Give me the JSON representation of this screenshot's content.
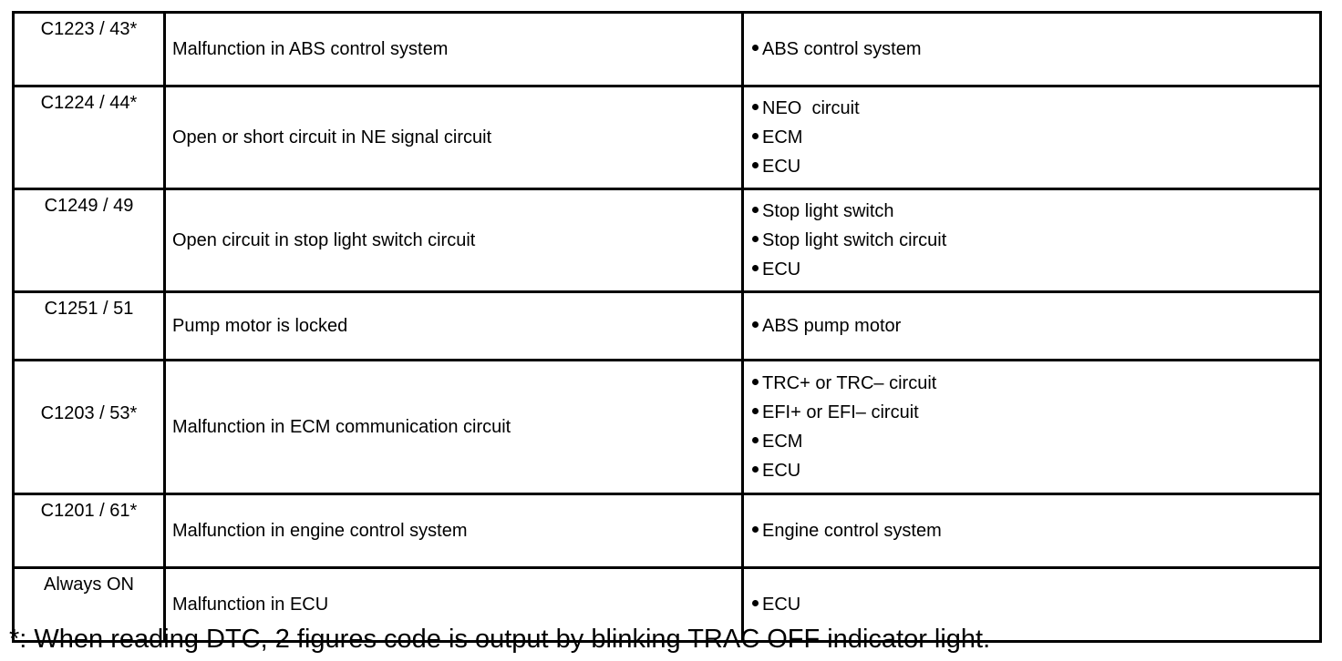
{
  "rows": [
    {
      "code": "C1223 / 43*",
      "description": "Malfunction in ABS control system",
      "areas": [
        "ABS control system"
      ]
    },
    {
      "code": "C1224 / 44*",
      "description": "Open or short circuit in NE signal circuit",
      "areas": [
        "NEO  circuit",
        "ECM",
        "ECU"
      ]
    },
    {
      "code": "C1249 / 49",
      "description": "Open circuit in stop light switch circuit",
      "areas": [
        "Stop light switch",
        "Stop light switch circuit",
        "ECU"
      ]
    },
    {
      "code": "C1251 / 51",
      "description": "Pump motor is locked",
      "areas": [
        "ABS pump motor"
      ]
    },
    {
      "code": "C1203 / 53*",
      "description": "Malfunction in ECM communication circuit",
      "areas": [
        "TRC+ or TRC– circuit",
        "EFI+ or EFI– circuit",
        "ECM",
        "ECU"
      ]
    },
    {
      "code": "C1201 / 61*",
      "description": "Malfunction in engine control system",
      "areas": [
        "Engine control system"
      ]
    },
    {
      "code": "Always ON",
      "description": "Malfunction in ECU",
      "areas": [
        "ECU"
      ]
    }
  ],
  "footnote": "*: When reading DTC, 2 figures code is output by blinking TRAC OFF indicator light."
}
